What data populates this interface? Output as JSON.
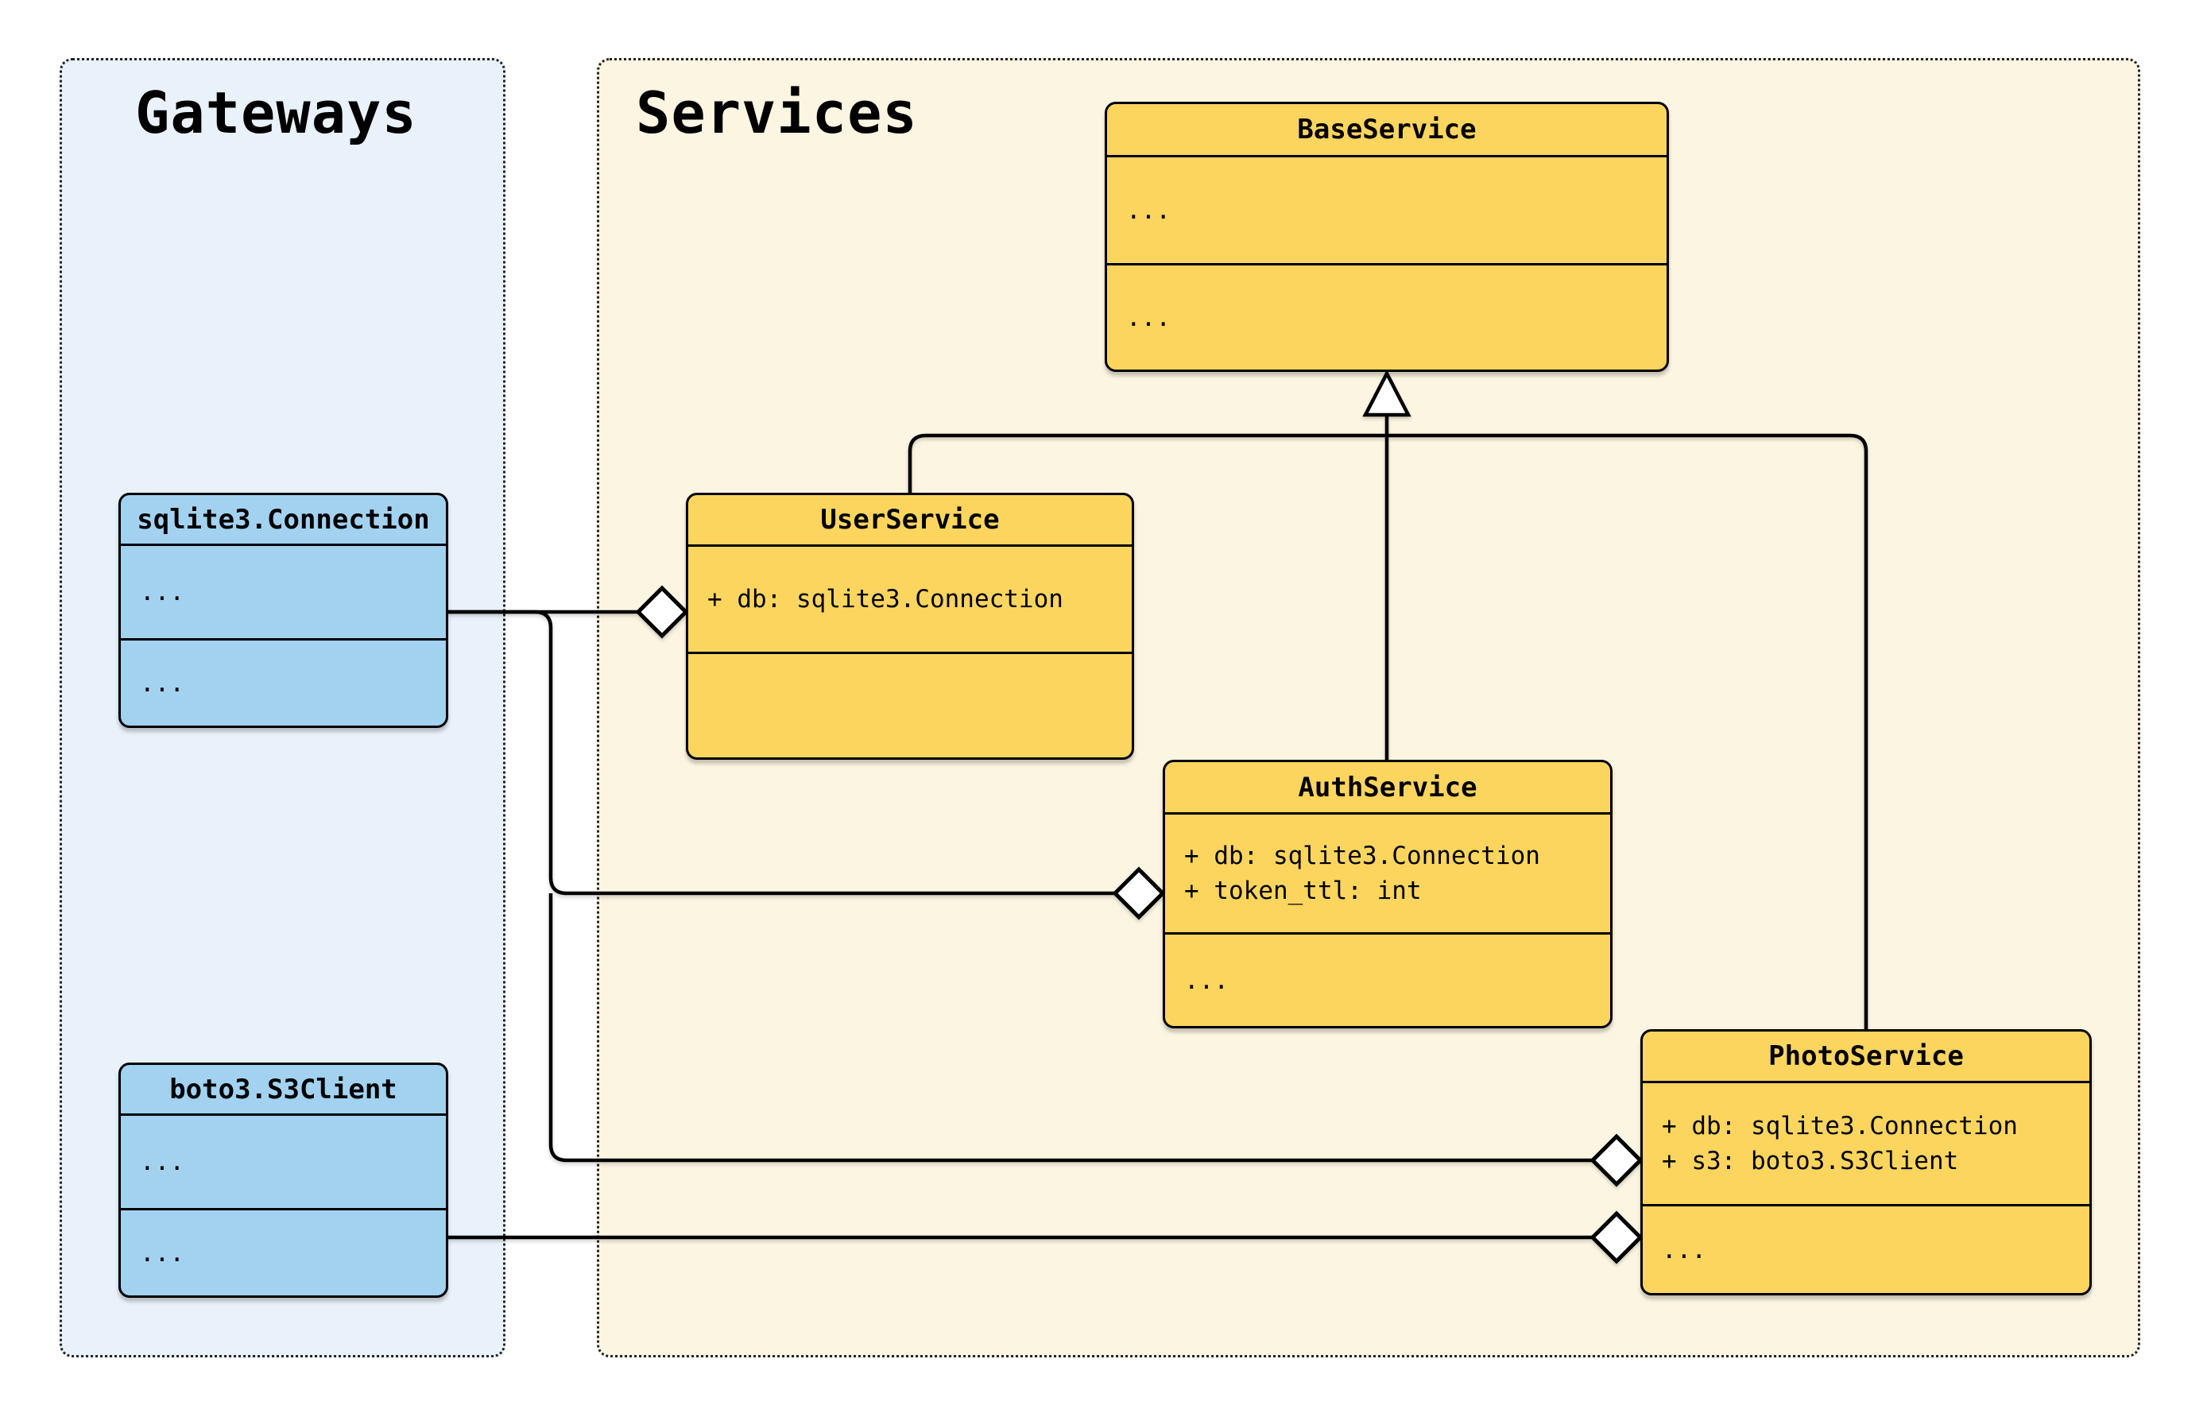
{
  "groups": {
    "gateways": {
      "title": "Gateways"
    },
    "services": {
      "title": "Services"
    }
  },
  "classes": {
    "sqlite": {
      "name": "sqlite3.Connection",
      "attrs": [
        "..."
      ],
      "methods": [
        "..."
      ]
    },
    "boto": {
      "name": "boto3.S3Client",
      "attrs": [
        "..."
      ],
      "methods": [
        "..."
      ]
    },
    "base": {
      "name": "BaseService",
      "attrs": [
        "..."
      ],
      "methods": [
        "..."
      ]
    },
    "user": {
      "name": "UserService",
      "attrs": [
        "+ db: sqlite3.Connection"
      ],
      "methods": []
    },
    "auth": {
      "name": "AuthService",
      "attrs": [
        "+ db: sqlite3.Connection",
        "+ token_ttl: int"
      ],
      "methods": [
        "..."
      ]
    },
    "photo": {
      "name": "PhotoService",
      "attrs": [
        "+ db: sqlite3.Connection",
        "+ s3: boto3.S3Client"
      ],
      "methods": [
        "..."
      ]
    }
  },
  "relations": [
    {
      "type": "inheritance",
      "from": "UserService",
      "to": "BaseService"
    },
    {
      "type": "inheritance",
      "from": "AuthService",
      "to": "BaseService"
    },
    {
      "type": "inheritance",
      "from": "PhotoService",
      "to": "BaseService"
    },
    {
      "type": "aggregation",
      "whole": "UserService",
      "part": "sqlite3.Connection"
    },
    {
      "type": "aggregation",
      "whole": "AuthService",
      "part": "sqlite3.Connection"
    },
    {
      "type": "aggregation",
      "whole": "PhotoService",
      "part": "sqlite3.Connection"
    },
    {
      "type": "aggregation",
      "whole": "PhotoService",
      "part": "boto3.S3Client"
    }
  ],
  "colors": {
    "service_fill": "#FCD55E",
    "gateway_fill": "#A2D2F0",
    "gateways_group_fill": "#E9F1FA",
    "services_group_fill": "#FCF5E2",
    "line": "#000000",
    "page_bg": "#FFFFFF"
  }
}
